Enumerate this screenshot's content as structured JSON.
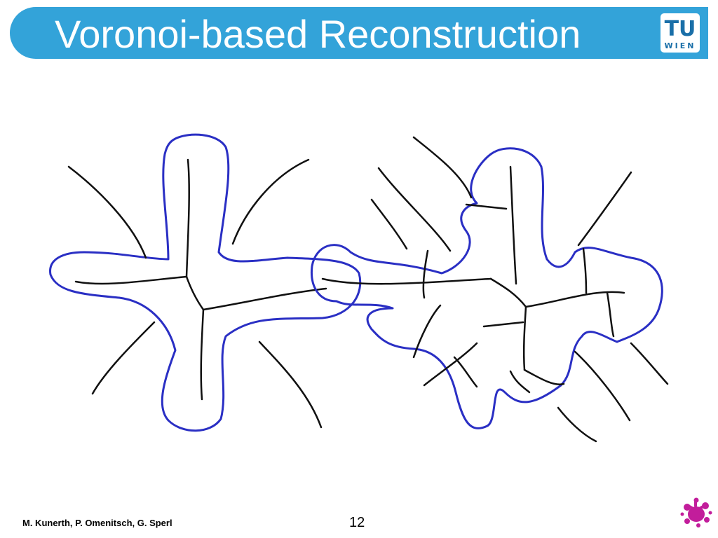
{
  "slide": {
    "title": "Voronoi-based Reconstruction",
    "footer": {
      "authors": "M. Kunerth, P. Omenitsch, G. Sperl",
      "page_number": "12"
    },
    "logo": {
      "top_text": "TU",
      "bottom_text": "WIEN"
    },
    "icons": [
      "tu-wien-logo-icon",
      "paint-splat-icon"
    ]
  },
  "colors": {
    "title_bar": "#33a3d9",
    "title_text": "#ffffff",
    "outline": "#2a2fc4",
    "axis_lines": "#111111",
    "splat": "#c21d9b"
  }
}
